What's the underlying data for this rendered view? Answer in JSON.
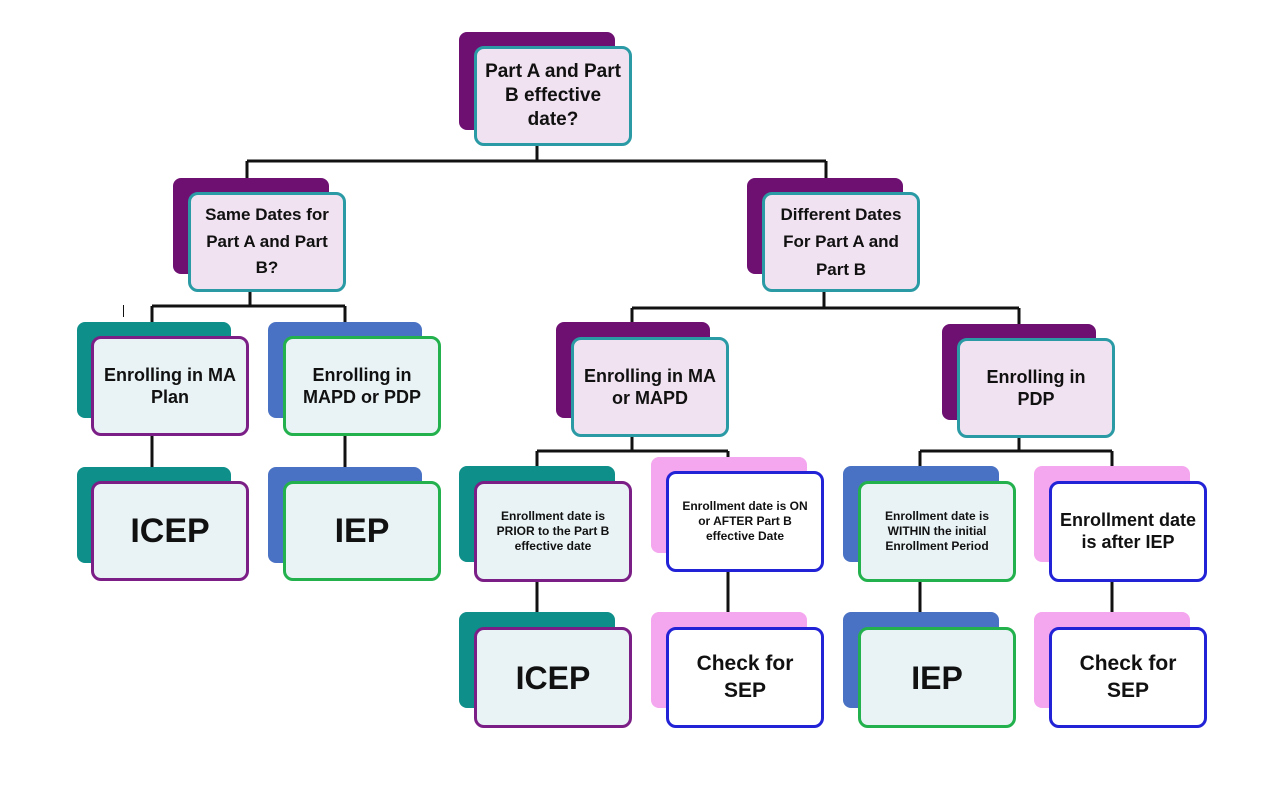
{
  "colors": {
    "purple": "#6e0f72",
    "teal": "#0e8f8a",
    "blue": "#4a72c4",
    "pink": "#f4a6ee",
    "border_teal": "#2a9aa5",
    "border_purple": "#7b1f86",
    "border_green": "#22b14c",
    "border_blue": "#2222d6",
    "fill_lavender": "#f1e2f1",
    "fill_ice": "#e9f3f6",
    "fill_white": "#ffffff"
  },
  "nodes": {
    "root": {
      "text": "Part A and Part B effective date?"
    },
    "same": {
      "text": "Same Dates for Part A and Part B?"
    },
    "diff": {
      "text": "Different Dates For Part A and Part B"
    },
    "ma_plan": {
      "text": "Enrolling in MA Plan"
    },
    "mapd_pdp": {
      "text": "Enrolling in MAPD or PDP"
    },
    "ma_mapd": {
      "text": "Enrolling in MA or MAPD"
    },
    "pdp": {
      "text": "Enrolling in PDP"
    },
    "icep_1": {
      "text": "ICEP"
    },
    "iep_1": {
      "text": "IEP"
    },
    "prior": {
      "text": "Enrollment date is PRIOR to the Part B effective date"
    },
    "on_after": {
      "text": "Enrollment date is ON or AFTER Part B effective Date"
    },
    "within": {
      "text": "Enrollment date is WITHIN the initial Enrollment Period"
    },
    "after_iep": {
      "text": "Enrollment date is after IEP"
    },
    "icep_2": {
      "text": "ICEP"
    },
    "sep_1": {
      "text": "Check for SEP"
    },
    "iep_2": {
      "text": "IEP"
    },
    "sep_2": {
      "text": "Check for SEP"
    }
  }
}
